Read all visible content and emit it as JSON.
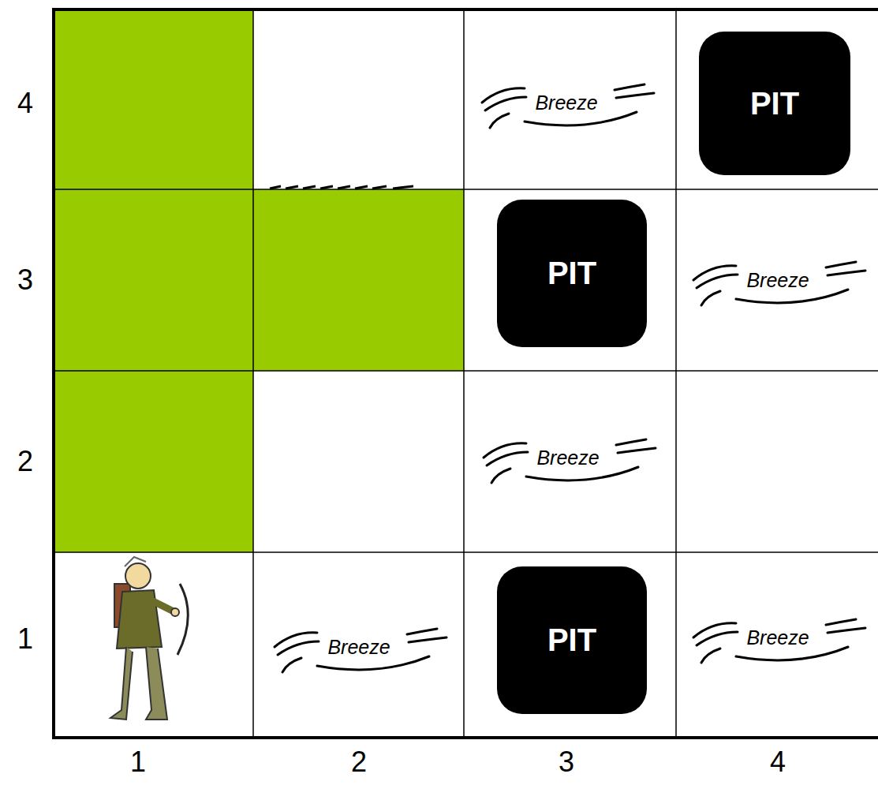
{
  "diagram": {
    "nodes": [
      {
        "text": [
          "PIT"
        ]
      },
      {
        "text": [
          "PIT"
        ]
      },
      {
        "text": [
          "PIT"
        ]
      }
    ],
    "labels": [
      "4",
      "Breeze",
      "3",
      "Breeze",
      "2",
      "Breeze",
      "1",
      "Breeze",
      "Breeze",
      "1",
      "2",
      "3",
      "4"
    ]
  }
}
